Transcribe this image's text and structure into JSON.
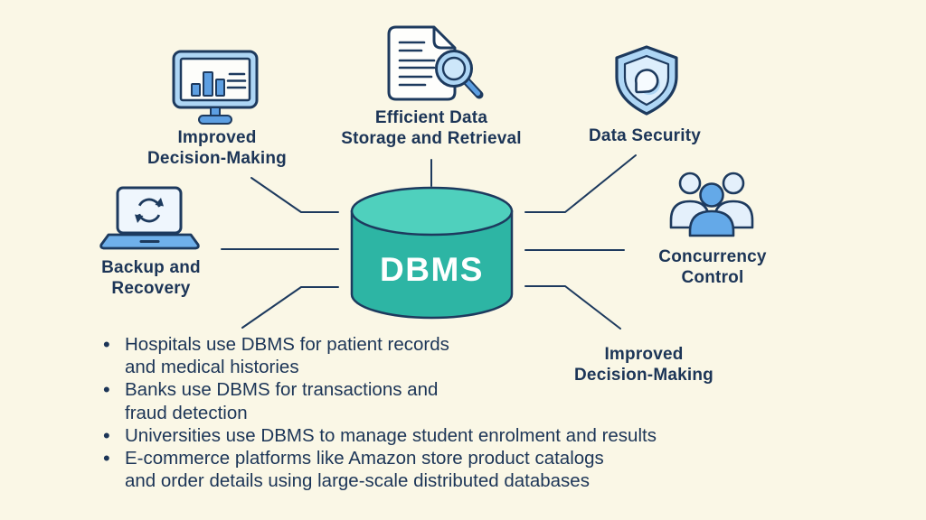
{
  "palette": {
    "background": "#faf7e6",
    "navy_outline_text": "#1c3557",
    "cylinder_body_teal": "#2db5a4",
    "cylinder_top_teal": "#4fd0bd",
    "icon_light_blue": "#aed6f5",
    "icon_lighter_blue": "#e0effb",
    "icon_mid_blue": "#5d9fe2",
    "dbms_text": "#ffffff"
  },
  "center": {
    "label": "DBMS"
  },
  "nodes": [
    {
      "id": "improved-decision-making-top",
      "icon": "monitor-bar-chart-icon",
      "label": "Improved\nDecision-Making"
    },
    {
      "id": "efficient-data-storage",
      "icon": "document-magnifier-icon",
      "label": "Efficient Data\nStorage and Retrieval"
    },
    {
      "id": "data-security",
      "icon": "shield-icon",
      "label": "Data Security"
    },
    {
      "id": "backup-and-recovery",
      "icon": "laptop-sync-icon",
      "label": "Backup and\nRecovery"
    },
    {
      "id": "concurrency-control",
      "icon": "people-group-icon",
      "label": "Concurrency\nControl"
    },
    {
      "id": "improved-decision-making-bottom",
      "icon": null,
      "label": "Improved\nDecision-Making"
    }
  ],
  "bullets": [
    "Hospitals use DBMS for patient records\nand medical histories",
    "Banks use DBMS for transactions and\nfraud detection",
    "Universities use DBMS to manage student enrolment and results",
    "E-commerce platforms like Amazon store product catalogs\nand order details using large-scale distributed databases"
  ]
}
